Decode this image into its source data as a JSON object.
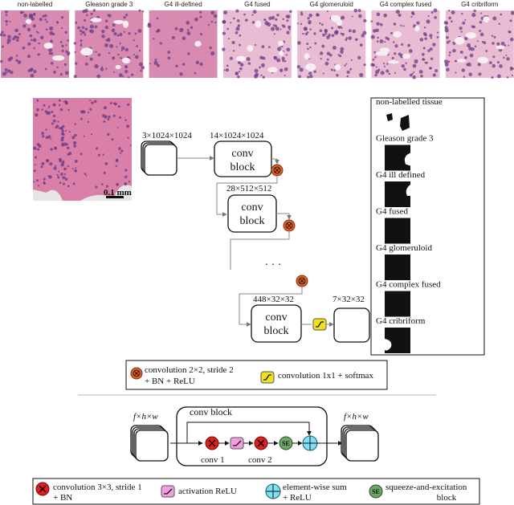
{
  "colors": {
    "tissue_pink": "#d97fa8",
    "tissue_purple": "#6a3c86",
    "conv_orange": "#e0662c",
    "conv_red": "#e02020",
    "activation_pink": "#f29ee0",
    "softmax_yellow": "#f2e21a",
    "se_green": "#6fa66a",
    "sum_cyan": "#7fe0f2"
  },
  "thumbnails": [
    {
      "label": "non-labelled",
      "tone": "mixed"
    },
    {
      "label": "Gleason grade 3",
      "tone": "glands"
    },
    {
      "label": "G4 ill-defined",
      "tone": "stroma"
    },
    {
      "label": "G4 fused",
      "tone": "pale"
    },
    {
      "label": "G4 glomeruloid",
      "tone": "pale"
    },
    {
      "label": "G4 complex fused",
      "tone": "pale"
    },
    {
      "label": "G4 cribriform",
      "tone": "pale"
    }
  ],
  "input": {
    "scalebar": "0.1 mm",
    "dims": "3×1024×1024"
  },
  "pipeline": {
    "stage1": {
      "dims": "14×1024×1024",
      "label": [
        "conv",
        "block"
      ]
    },
    "stage2": {
      "dims": "28×512×512",
      "label": [
        "conv",
        "block"
      ]
    },
    "ellipsis": "· · ·",
    "stage3": {
      "dims": "448×32×32",
      "label": [
        "conv",
        "block"
      ]
    },
    "output_dims": "7×32×32"
  },
  "masks": [
    {
      "label": "non-labelled tissue"
    },
    {
      "label": "Gleason grade 3"
    },
    {
      "label": "G4 ill defined"
    },
    {
      "label": "G4 fused"
    },
    {
      "label": "G4 glomeruloid"
    },
    {
      "label": "G4 complex fused"
    },
    {
      "label": "G4 cribriform"
    }
  ],
  "legend_top": {
    "conv_down": [
      "convolution 2×2, stride 2",
      "+ BN + ReLU"
    ],
    "conv_softmax": "convolution 1x1 + softmax"
  },
  "block_detail": {
    "in_dims": "f×h×w",
    "out_dims": "f×h×w",
    "title": "conv block",
    "conv1": "conv 1",
    "conv2": "conv 2",
    "se": "SE"
  },
  "legend_bottom": {
    "conv3": [
      "convolution 3×3, stride 1",
      "+ BN"
    ],
    "relu": "activation ReLU",
    "sum": [
      "element-wise sum",
      "+ ReLU"
    ],
    "se": [
      "squeeze-and-excitation",
      "block"
    ]
  }
}
